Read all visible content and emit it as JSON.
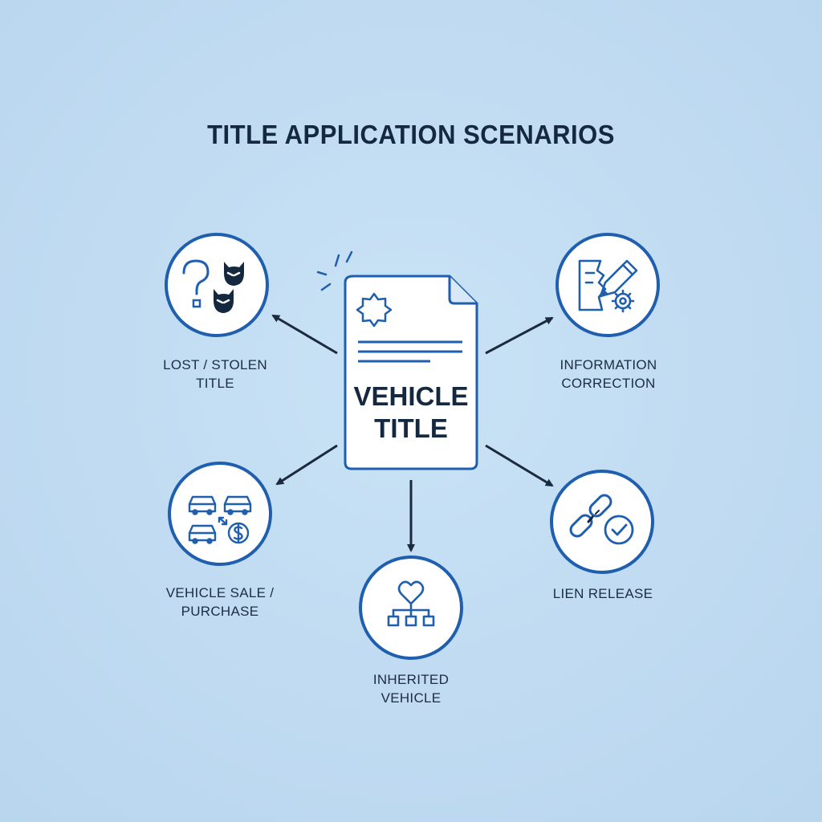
{
  "diagram": {
    "title": "TITLE APPLICATION SCENARIOS",
    "center": {
      "line1": "VEHICLE",
      "line2": "TITLE"
    },
    "nodes": [
      {
        "id": "lost",
        "line1": "LOST / STOLEN",
        "line2": "TITLE",
        "icon": "question-mask-icon"
      },
      {
        "id": "correction",
        "line1": "INFORMATION",
        "line2": "CORRECTION",
        "icon": "document-pencil-gear-icon"
      },
      {
        "id": "sale",
        "line1": "VEHICLE SALE /",
        "line2": "PURCHASE",
        "icon": "cars-exchange-dollar-icon"
      },
      {
        "id": "inherited",
        "line1": "INHERITED",
        "line2": "VEHICLE",
        "icon": "heart-family-tree-icon"
      },
      {
        "id": "lien",
        "line1": "LIEN RELEASE",
        "line2": "",
        "icon": "broken-chain-check-icon"
      }
    ]
  },
  "colors": {
    "background": "#c1dcf2",
    "accent": "#1f5fae",
    "text": "#14283f",
    "node_fill": "#ffffff"
  }
}
